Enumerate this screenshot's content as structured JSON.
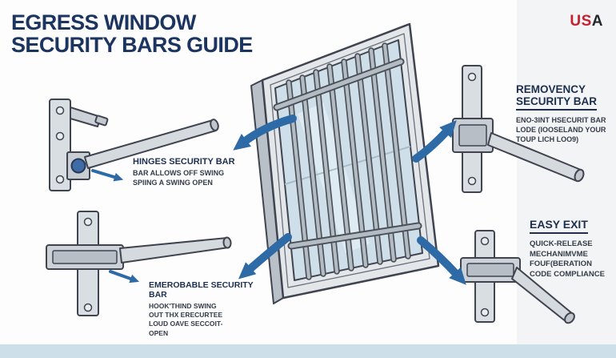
{
  "title": {
    "line1": "EGRESS WINDOW",
    "line2": "SECURITY BARS GUIDE"
  },
  "brand": {
    "red_part": "US",
    "dark_part": "A"
  },
  "callouts": {
    "hinges": {
      "title": "HINGES SECURITY BAR",
      "lines": [
        "BAR ALLOWS OFF SWING",
        "SPIING A SWING OPEN"
      ]
    },
    "removable": {
      "title": "EMEROBABLE SECURITY BAR",
      "lines": [
        "HOOK'THIND SWING",
        "OUT THX ERECURTEE",
        "LOUD OAVE SECCOIT-",
        "OPEN"
      ]
    },
    "removency": {
      "title_line1": "REMOVENCY",
      "title_line2": "SECURITY BAR",
      "lines": [
        "ENO-3INT HSECURIT BAR",
        "LODE (IOOSELAND YOUR",
        "TOUP LICH LOO9)"
      ]
    },
    "easy_exit": {
      "title": "EASY EXIT",
      "lines": [
        "QUICK-RELEASE",
        "MECHANIMVME",
        "FOUF(BERATION",
        "CODE COMPLIANCE"
      ]
    }
  },
  "illustrations": {
    "window": "isometric window with vertical security bar grille",
    "hinges": "hinged swing-open bracket with pivot and bar",
    "removable": "removable sleeve bracket with bar",
    "removency": "wall-mount security bar bracket",
    "easy_exit": "quick-release bracket with bar"
  },
  "colors": {
    "title_navy": "#1c3460",
    "arrow_blue": "#2e6aa6",
    "glass_blue": "#cfdfe9",
    "frame_gray": "#e3e7ea",
    "footer_blue": "#cde0ea",
    "brand_red": "#c4202e",
    "pivot_blue": "#3f6ba6"
  }
}
